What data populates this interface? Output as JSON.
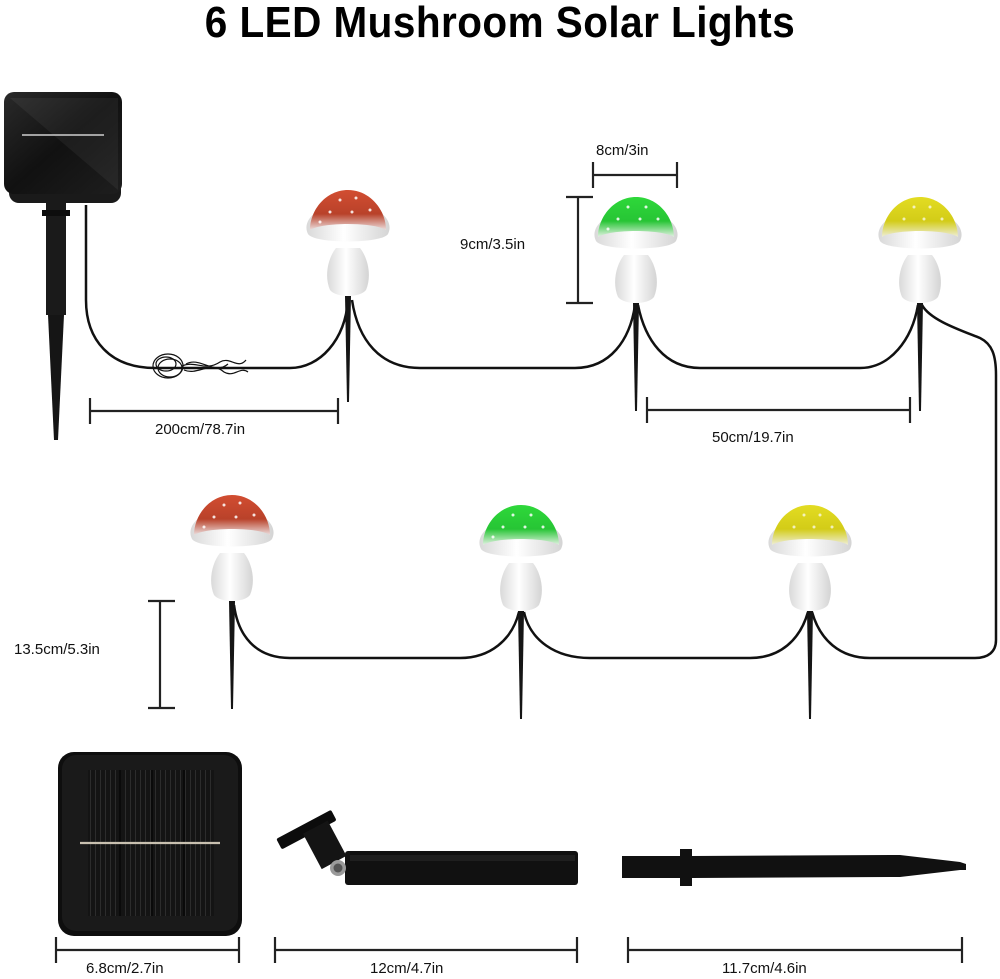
{
  "title": "6 LED Mushroom Solar Lights",
  "colors": {
    "red_cap": "#c8472c",
    "green_cap": "#2fd33a",
    "yellow_cap": "#d8d21c",
    "stem": "#f1f1f1",
    "wire": "#111111",
    "panel": "#161616"
  },
  "dimensions": {
    "cap_width": "8cm/3in",
    "mushroom_height": "9cm/3.5in",
    "lead_cable": "200cm/78.7in",
    "spacing": "50cm/19.7in",
    "stake_height": "13.5cm/5.3in",
    "panel_width": "6.8cm/2.7in",
    "panel_stake": "12cm/4.7in",
    "light_stake": "11.7cm/4.6in"
  },
  "lights": [
    {
      "position": "top-1",
      "color": "red"
    },
    {
      "position": "top-2",
      "color": "green"
    },
    {
      "position": "top-3",
      "color": "yellow"
    },
    {
      "position": "bottom-1",
      "color": "red"
    },
    {
      "position": "bottom-2",
      "color": "green"
    },
    {
      "position": "bottom-3",
      "color": "yellow"
    }
  ],
  "parts": [
    {
      "name": "solar-panel",
      "size": "6.8cm/2.7in"
    },
    {
      "name": "panel-stake",
      "size": "12cm/4.7in"
    },
    {
      "name": "ground-stake",
      "size": "11.7cm/4.6in"
    }
  ]
}
